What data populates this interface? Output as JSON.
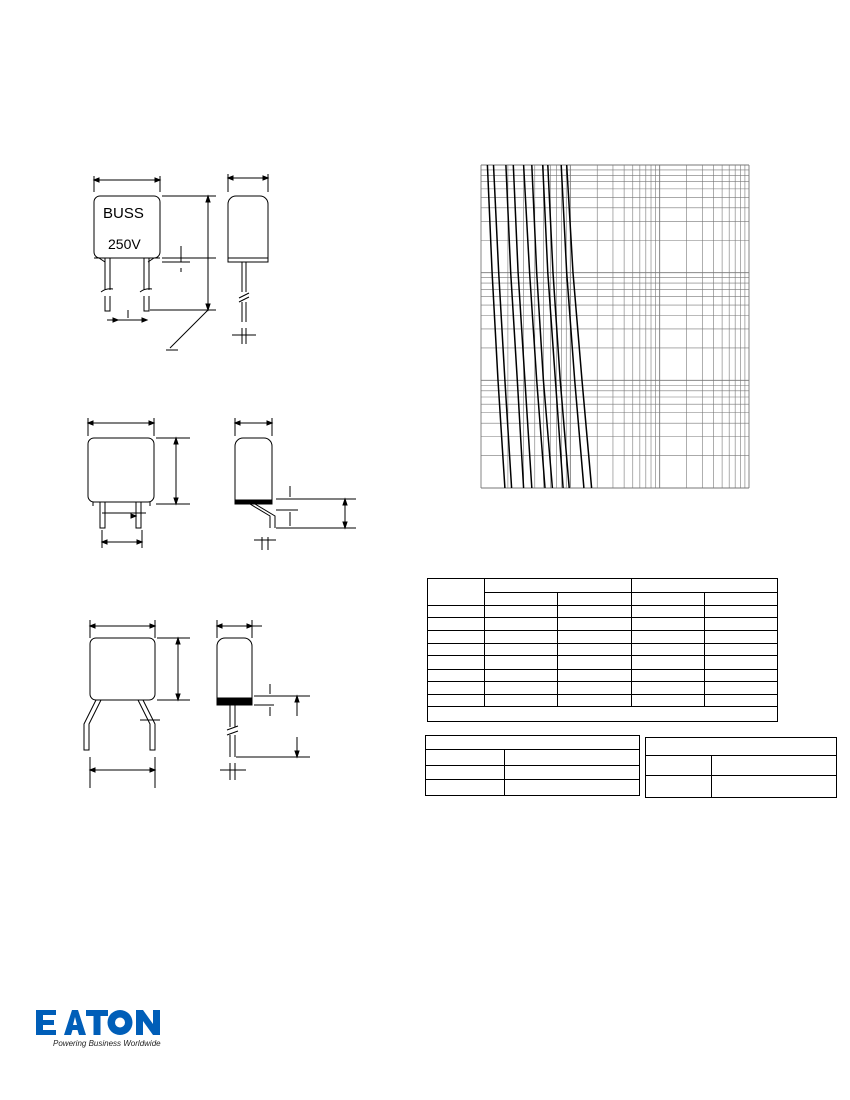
{
  "drawing_1": {
    "body_marking_line1": "BUSS",
    "body_marking_line2": "250V"
  },
  "chart_data": {
    "type": "line",
    "title": "",
    "xlabel": "",
    "ylabel": "",
    "grid": true,
    "xscale": "log",
    "yscale": "log",
    "x_decades": 3,
    "y_decades": 3,
    "series": [
      {
        "x": [
          1.18,
          1.33,
          1.55,
          1.85
        ],
        "y": [
          1000,
          100,
          10,
          1
        ]
      },
      {
        "x": [
          1.38,
          1.58,
          1.85,
          2.2
        ],
        "y": [
          1000,
          100,
          10,
          1
        ]
      },
      {
        "x": [
          1.9,
          2.15,
          2.55,
          3.0
        ],
        "y": [
          1000,
          100,
          10,
          1
        ]
      },
      {
        "x": [
          2.3,
          2.6,
          3.1,
          3.7
        ],
        "y": [
          1000,
          100,
          10,
          1
        ]
      },
      {
        "x": [
          3.0,
          3.5,
          4.2,
          5.2
        ],
        "y": [
          1000,
          100,
          10,
          1
        ]
      },
      {
        "x": [
          3.7,
          4.2,
          5.0,
          6.3
        ],
        "y": [
          1000,
          100,
          10,
          1
        ]
      },
      {
        "x": [
          4.9,
          5.6,
          6.8,
          8.3
        ],
        "y": [
          1000,
          100,
          10,
          1
        ]
      },
      {
        "x": [
          5.6,
          6.4,
          7.7,
          9.7
        ],
        "y": [
          1000,
          100,
          10,
          1
        ]
      },
      {
        "x": [
          7.9,
          9.1,
          11.2,
          14.2
        ],
        "y": [
          1000,
          100,
          10,
          1
        ]
      },
      {
        "x": [
          9.1,
          10.7,
          13.5,
          17.3
        ],
        "y": [
          1000,
          100,
          10,
          1
        ]
      }
    ]
  },
  "tables": {
    "main": {
      "rows": 11
    },
    "small_left": {
      "rows": 4
    },
    "small_right": {
      "rows": 3
    }
  },
  "logo": {
    "wordmark": "EATON",
    "tagline": "Powering Business Worldwide",
    "brand_color": "#005eb8"
  },
  "colors": {
    "ink": "#000000",
    "grid": "#777777"
  }
}
